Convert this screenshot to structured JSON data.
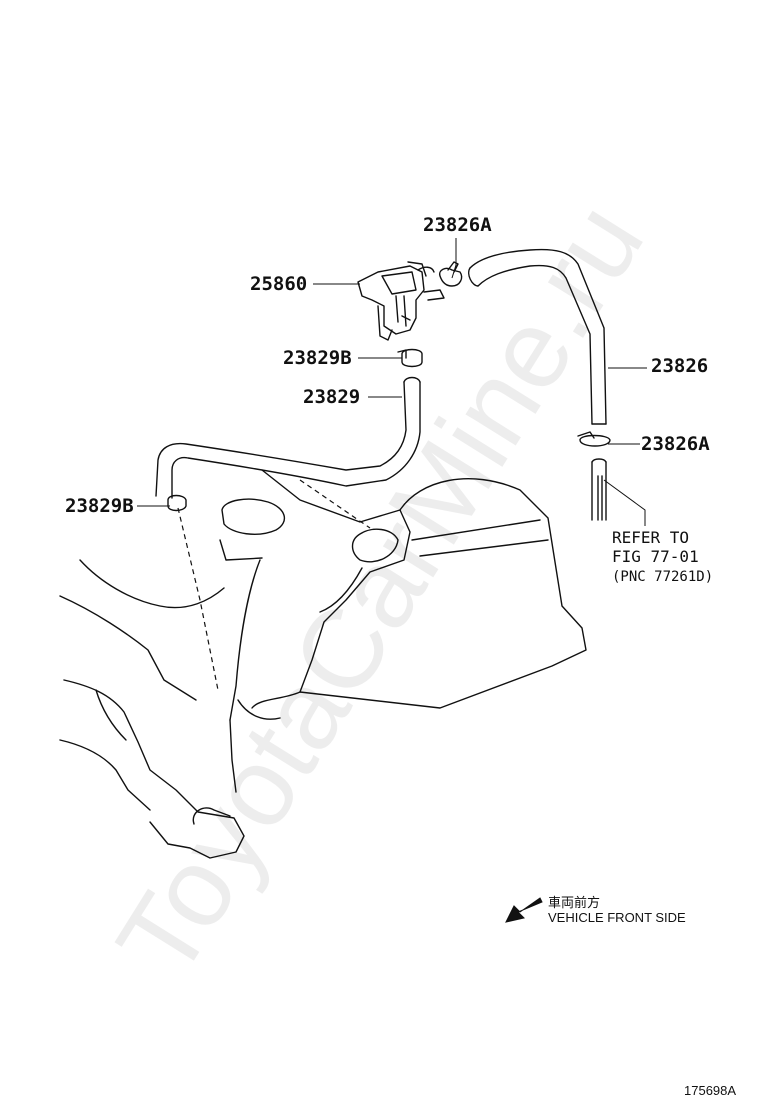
{
  "diagram": {
    "callouts": [
      {
        "id": "c1",
        "text": "23826A"
      },
      {
        "id": "c2",
        "text": "25860"
      },
      {
        "id": "c3",
        "text": "23829B"
      },
      {
        "id": "c4",
        "text": "23829"
      },
      {
        "id": "c5",
        "text": "23826"
      },
      {
        "id": "c6",
        "text": "23826A"
      },
      {
        "id": "c7",
        "text": "23829B"
      }
    ],
    "reference": {
      "line1": "REFER TO",
      "line2": "FIG 77-01",
      "line3": "(PNC 77261D)"
    },
    "direction": {
      "japanese": "車両前方",
      "english": "VEHICLE FRONT SIDE",
      "icon": "arrow-down-left-icon"
    },
    "figure_number": "175698A",
    "watermark": "ToyotaCarMine.ru"
  }
}
